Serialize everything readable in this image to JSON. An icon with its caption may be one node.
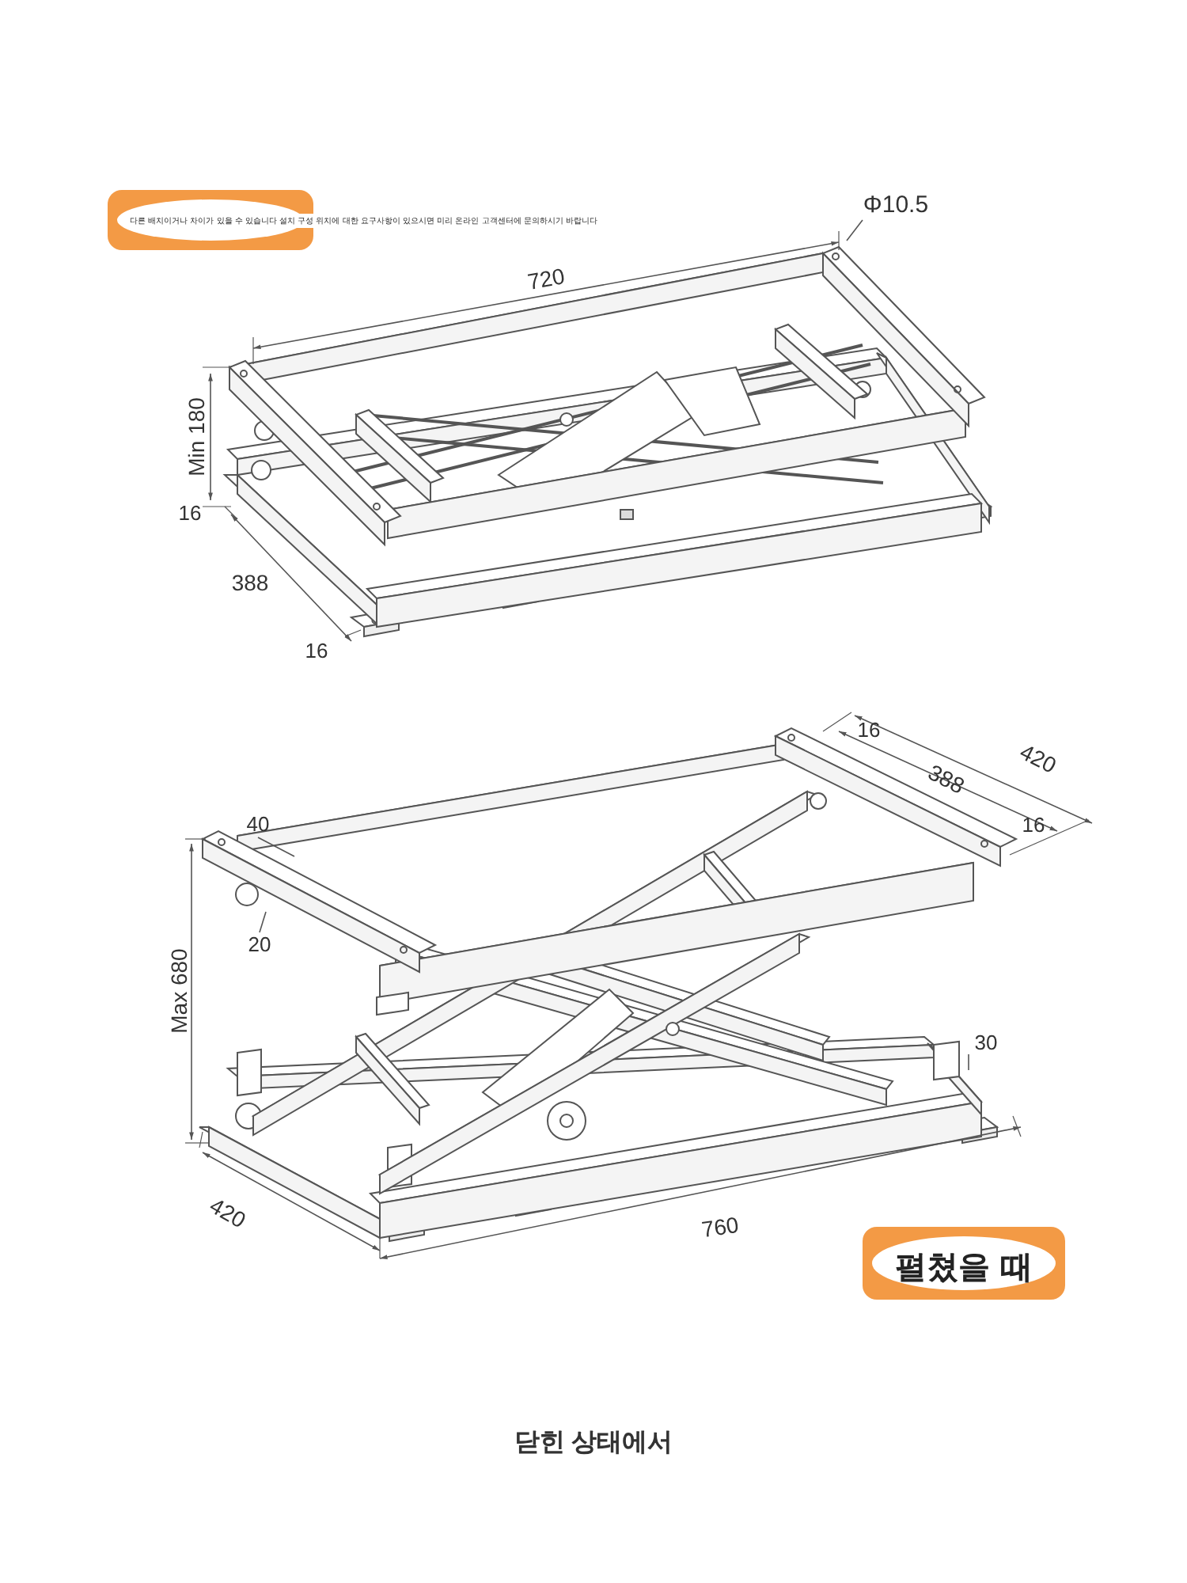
{
  "diagram": {
    "nodes": [
      {
        "text": [
          "다른 배치이거나 차이가 있을 수 있습니다 설치 구성 위치에 대한 요구사항이 있으시면 미리 온라인 고객센터에 문의하시기 바랍니다"
        ]
      },
      {
        "text": [
          "Φ10.5"
        ]
      },
      {
        "text": [
          "40"
        ]
      },
      {
        "text": [
          "20"
        ]
      },
      {
        "text": [
          "30"
        ]
      },
      {
        "text": [
          "펼쳤을 때"
        ]
      }
    ],
    "edges": [
      {
        "from": 1,
        "to": null,
        "arrow": "none"
      },
      {
        "from": 2,
        "to": null,
        "arrow": "none"
      },
      {
        "from": 3,
        "to": null,
        "arrow": "none"
      },
      {
        "from": 4,
        "to": null,
        "arrow": "none"
      }
    ],
    "labels": [
      "720",
      "Min 180",
      "16",
      "388",
      "16",
      "16",
      "420",
      "388",
      "16",
      "Max 680",
      "420",
      "760",
      "닫힌 상태에서"
    ]
  }
}
